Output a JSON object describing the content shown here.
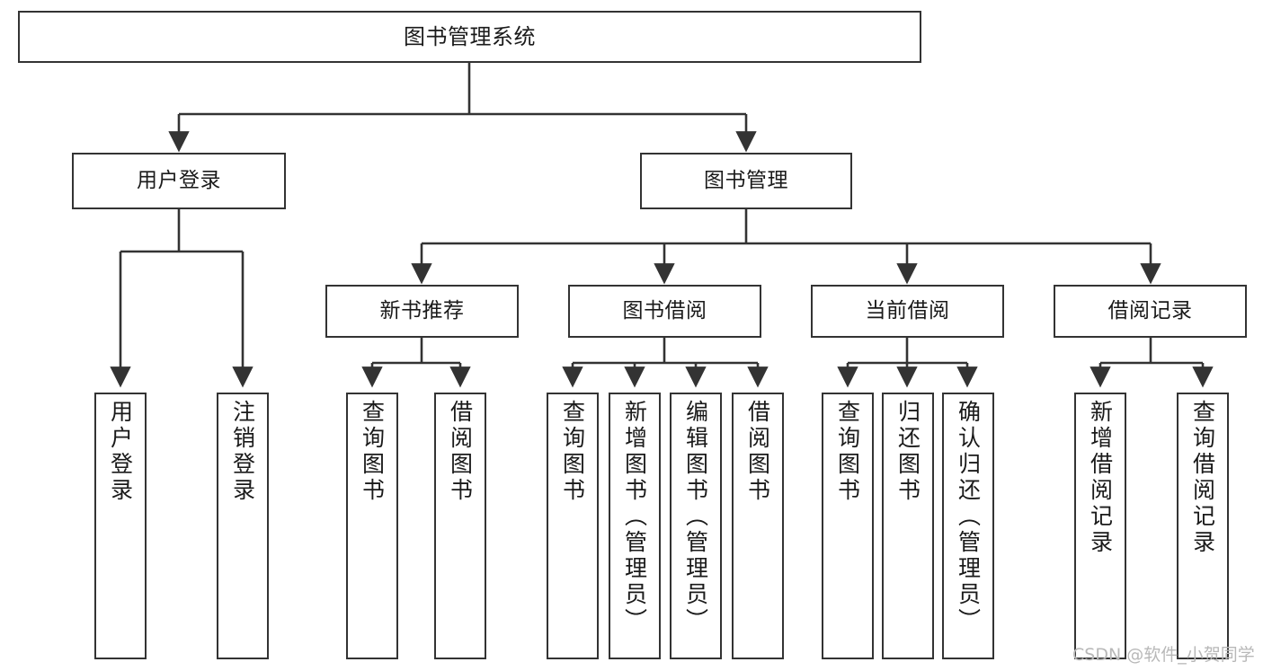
{
  "diagram": {
    "type": "tree",
    "title": "图书管理系统",
    "orientation": "top-down",
    "colors": {
      "box_border": "#333333",
      "box_fill": "#ffffff",
      "edge": "#333333",
      "text": "#1a1a1a",
      "watermark": "#b8b8b8"
    },
    "nodes": {
      "root": {
        "label": "图书管理系统"
      },
      "level2": [
        {
          "label": "用户登录"
        },
        {
          "label": "图书管理"
        }
      ],
      "level3": [
        {
          "label": "新书推荐"
        },
        {
          "label": "图书借阅"
        },
        {
          "label": "当前借阅"
        },
        {
          "label": "借阅记录"
        }
      ],
      "leaves": {
        "user_login": [
          {
            "label": "用户登录"
          },
          {
            "label": "注销登录"
          }
        ],
        "new_book_recommend": [
          {
            "label": "查询图书"
          },
          {
            "label": "借阅图书"
          }
        ],
        "book_borrow": [
          {
            "label": "查询图书"
          },
          {
            "label": "新增图书（管理员）"
          },
          {
            "label": "编辑图书（管理员）"
          },
          {
            "label": "借阅图书"
          }
        ],
        "current_borrow": [
          {
            "label": "查询图书"
          },
          {
            "label": "归还图书"
          },
          {
            "label": "确认归还（管理员）"
          }
        ],
        "borrow_record": [
          {
            "label": "新增借阅记录"
          },
          {
            "label": "查询借阅记录"
          }
        ]
      }
    }
  },
  "watermark": {
    "text": "CSDN @软件_小贺同学"
  }
}
